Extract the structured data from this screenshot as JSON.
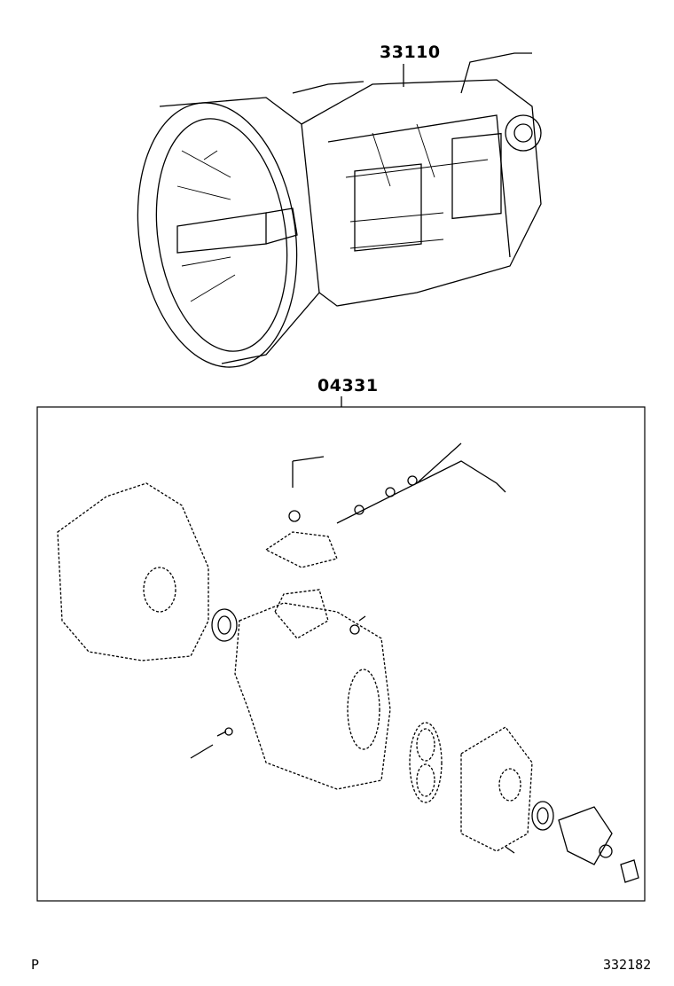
{
  "parts": {
    "assembly_number": "33110",
    "gasket_kit_number": "04331"
  },
  "footer": {
    "left_code": "P",
    "right_code": "332182"
  }
}
